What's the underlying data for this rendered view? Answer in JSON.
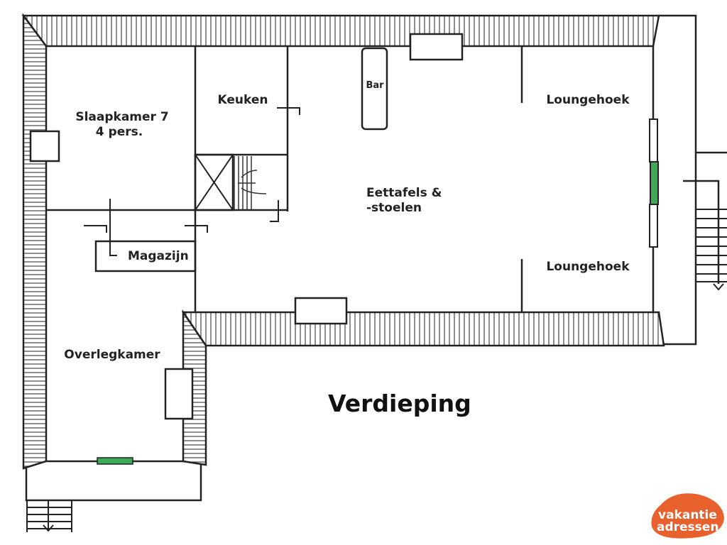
{
  "title": "Verdieping",
  "rooms": {
    "slaapkamer": "Slaapkamer 7",
    "slaapkamer_sub": "4 pers.",
    "keuken": "Keuken",
    "bar": "Bar",
    "loungehoek_top": "Loungehoek",
    "loungehoek_bottom": "Loungehoek",
    "eettafels": "Eettafels &",
    "eettafels_sub": "-stoelen",
    "magazijn": "Magazijn",
    "overlegkamer": "Overlegkamer"
  },
  "logo": {
    "line1": "vakantie",
    "line2": "adressen"
  },
  "colors": {
    "window_green": "#3daa55",
    "logo_orange": "#e8602c"
  }
}
